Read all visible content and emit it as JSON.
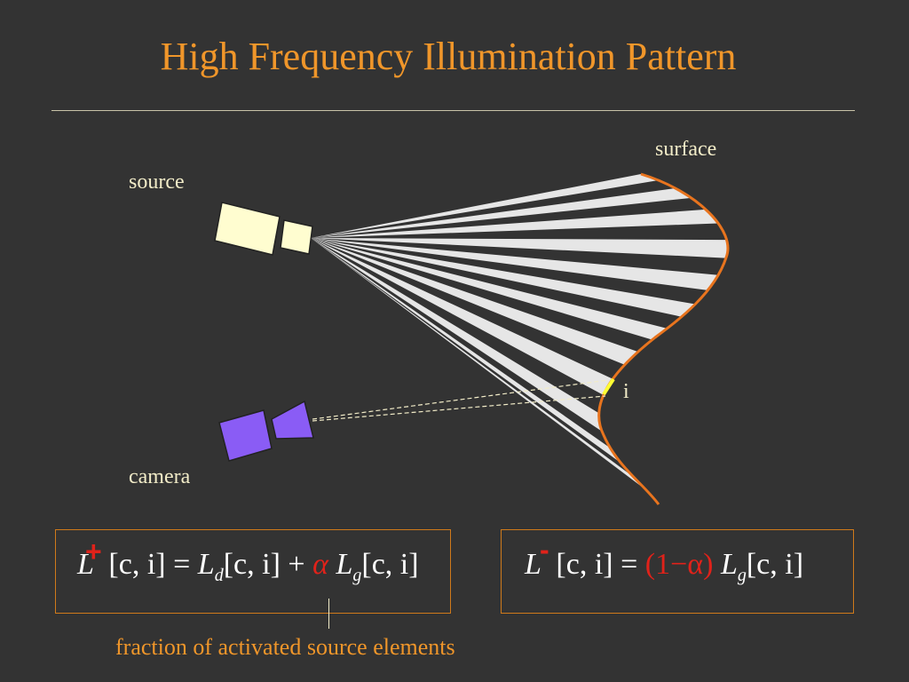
{
  "slide": {
    "title": "High Frequency Illumination Pattern"
  },
  "diagram": {
    "labels": {
      "source": "source",
      "surface": "surface",
      "camera": "camera",
      "point": "i"
    },
    "colors": {
      "background": "#333333",
      "title": "#f0962a",
      "surface_curve": "#e8741e",
      "stripe": "#e6e6e6",
      "source_body": "#fffdd0",
      "camera_body": "#8a5cf5",
      "marker": "#ffff33",
      "sign": "#e0221a"
    }
  },
  "equations": {
    "plus": {
      "sign": "+",
      "lhs_symbol": "L",
      "lhs_args": "[c, i]",
      "equals": "=",
      "direct_symbol": "L",
      "direct_sub": "d",
      "direct_args": "[c, i]",
      "plus_op": "+",
      "alpha": "α",
      "global_symbol": "L",
      "global_sub": "g",
      "global_args": "[c, i]"
    },
    "minus": {
      "sign": "-",
      "lhs_symbol": "L",
      "lhs_args": "[c, i]",
      "equals": "=",
      "factor": "(1−α)",
      "global_symbol": "L",
      "global_sub": "g",
      "global_args": "[c, i]"
    }
  },
  "annotation": {
    "text": "fraction of activated source elements"
  }
}
